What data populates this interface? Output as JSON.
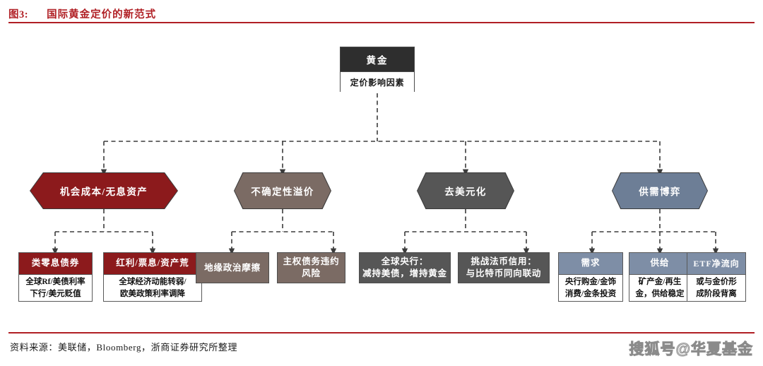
{
  "header": {
    "figure_label": "图3:",
    "title": "国际黄金定价的新范式"
  },
  "footer": {
    "source": "资料来源：美联储，Bloomberg，浙商证券研究所整理",
    "watermark": "搜狐号@华夏基金"
  },
  "colors": {
    "accent_red": "#b01f24",
    "node_dark": "#2e2e2e",
    "branch_red": "#8c1a1c",
    "branch_brown": "#7b6b64",
    "branch_grey": "#565656",
    "branch_blue": "#6d7e96",
    "leaf_blue": "#7e8ea6",
    "line": "#4a4a4a"
  },
  "diagram": {
    "root": {
      "title": "黄金",
      "subtitle": "定价影响因素"
    },
    "branches": [
      {
        "label": "机会成本/无息资产",
        "color": "#8c1a1c",
        "children": [
          {
            "title": "类零息债券",
            "body": "全球Rf/美债利率\n下行/美元贬值",
            "color": "#8c1a1c"
          },
          {
            "title": "红利/票息/资产荒",
            "body": "全球经济动能转弱/\n欧美政策利率调降",
            "color": "#8c1a1c"
          }
        ]
      },
      {
        "label": "不确定性溢价",
        "color": "#7b6b64",
        "children": [
          {
            "title": "地缘政治摩擦",
            "body": "",
            "color": "#7b6b64"
          },
          {
            "title": "主权债务违约\n风险",
            "body": "",
            "color": "#7b6b64"
          }
        ]
      },
      {
        "label": "去美元化",
        "color": "#565656",
        "children": [
          {
            "title": "全球央行：\n减持美债，增持黄金",
            "body": "",
            "color": "#565656"
          },
          {
            "title": "挑战法币信用：\n与比特币同向联动",
            "body": "",
            "color": "#565656"
          }
        ]
      },
      {
        "label": "供需博弈",
        "color": "#6d7e96",
        "children": [
          {
            "title": "需求",
            "body": "央行购金/金饰\n消费/金条投资",
            "color": "#7e8ea6"
          },
          {
            "title": "供给",
            "body": "矿产金/再生\n金，供给稳定",
            "color": "#7e8ea6"
          },
          {
            "title": "ETF净流向",
            "body": "或与金价形\n成阶段背离",
            "color": "#7e8ea6"
          }
        ]
      }
    ]
  }
}
